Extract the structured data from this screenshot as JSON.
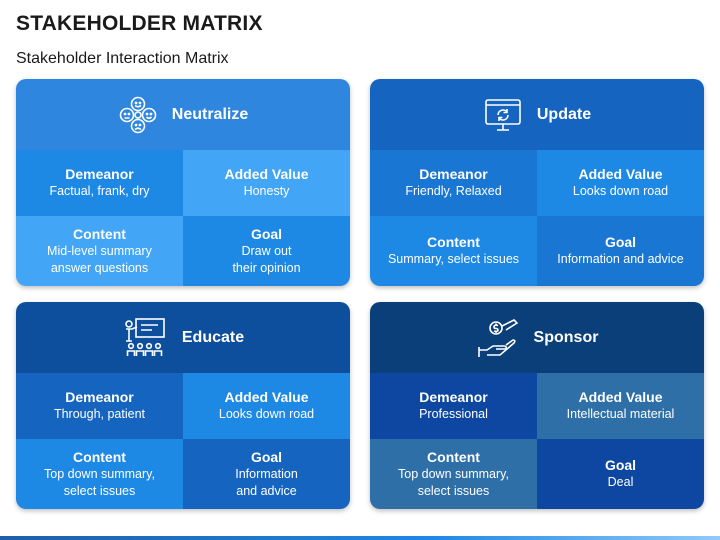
{
  "title": "STAKEHOLDER MATRIX",
  "subtitle": "Stakeholder Interaction Matrix",
  "quadrants": [
    {
      "header": "Neutralize",
      "icon": "faces-icon",
      "colors": {
        "header": "#2e86de",
        "cell_a": "#1e88e5",
        "cell_b": "#42a5f5"
      },
      "cells": [
        {
          "label": "Demeanor",
          "value": "Factual, frank, dry"
        },
        {
          "label": "Added Value",
          "value": "Honesty"
        },
        {
          "label": "Content",
          "value": "Mid-level summary\nanswer questions"
        },
        {
          "label": "Goal",
          "value": "Draw out\ntheir opinion"
        }
      ]
    },
    {
      "header": "Update",
      "icon": "monitor-refresh-icon",
      "colors": {
        "header": "#1565c0",
        "cell_a": "#1976d2",
        "cell_b": "#1e88e5"
      },
      "cells": [
        {
          "label": "Demeanor",
          "value": "Friendly, Relaxed"
        },
        {
          "label": "Added Value",
          "value": "Looks down road"
        },
        {
          "label": "Content",
          "value": "Summary, select issues"
        },
        {
          "label": "Goal",
          "value": "Information and advice"
        }
      ]
    },
    {
      "header": "Educate",
      "icon": "presentation-icon",
      "colors": {
        "header": "#0d4f9c",
        "cell_a": "#1565c0",
        "cell_b": "#1e88e5"
      },
      "cells": [
        {
          "label": "Demeanor",
          "value": "Through, patient"
        },
        {
          "label": "Added Value",
          "value": "Looks down road"
        },
        {
          "label": "Content",
          "value": "Top down summary,\nselect issues"
        },
        {
          "label": "Goal",
          "value": "Information\nand advice"
        }
      ]
    },
    {
      "header": "Sponsor",
      "icon": "hand-coin-icon",
      "colors": {
        "header": "#0b3f7a",
        "cell_a": "#0d47a1",
        "cell_b": "#2e6fa8"
      },
      "cells": [
        {
          "label": "Demeanor",
          "value": "Professional"
        },
        {
          "label": "Added Value",
          "value": "Intellectual material"
        },
        {
          "label": "Content",
          "value": "Top down summary,\nselect issues"
        },
        {
          "label": "Goal",
          "value": "Deal"
        }
      ]
    }
  ]
}
